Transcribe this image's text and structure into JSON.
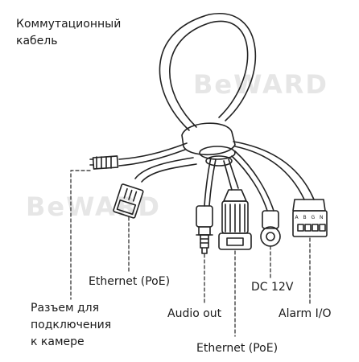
{
  "title_lines": [
    "Коммутационный",
    "кабель"
  ],
  "watermark": "BeWARD",
  "labels": {
    "ethernet_poe_left": "Ethernet (PoE)",
    "camera_connector_lines": [
      "Разъем для",
      "подключения",
      "к камере"
    ],
    "audio_out": "Audio out",
    "ethernet_poe_bottom": "Ethernet (PoE)",
    "dc_12v": "DC 12V",
    "alarm_io": "Alarm I/O"
  },
  "terminal_block_marks": "A B G N",
  "colors": {
    "stroke": "#222222",
    "text": "#1a1a1a",
    "watermark": "#e6e6e6"
  }
}
